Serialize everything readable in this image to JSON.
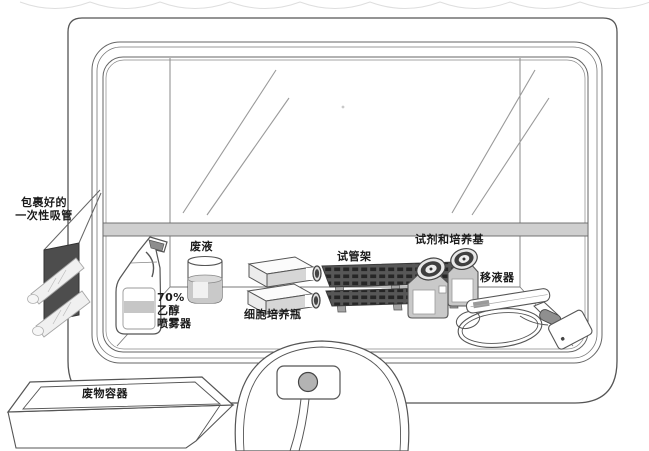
{
  "figure": {
    "name": "biosafety-cabinet-cell-culture-setup",
    "labels": {
      "wrapped_pipettes": "包裹好的\n一次性吸管",
      "ethanol_sprayer": "70%\n乙醇\n喷雾器",
      "waste_liquid": "废液",
      "cell_culture_flasks": "细胞培养瓶",
      "test_tube_rack": "试管架",
      "reagents_and_media": "试剂和培养基",
      "pipettor": "移液器",
      "waste_container": "废物容器"
    },
    "colors": {
      "outline": "#555555",
      "light_gray": "#cfcfcf",
      "mid_gray": "#b3b3b3",
      "dark_gray": "#4d4d4d",
      "rack_body": "#575757",
      "rack_holes": "#262626",
      "background": "#ffffff"
    }
  }
}
